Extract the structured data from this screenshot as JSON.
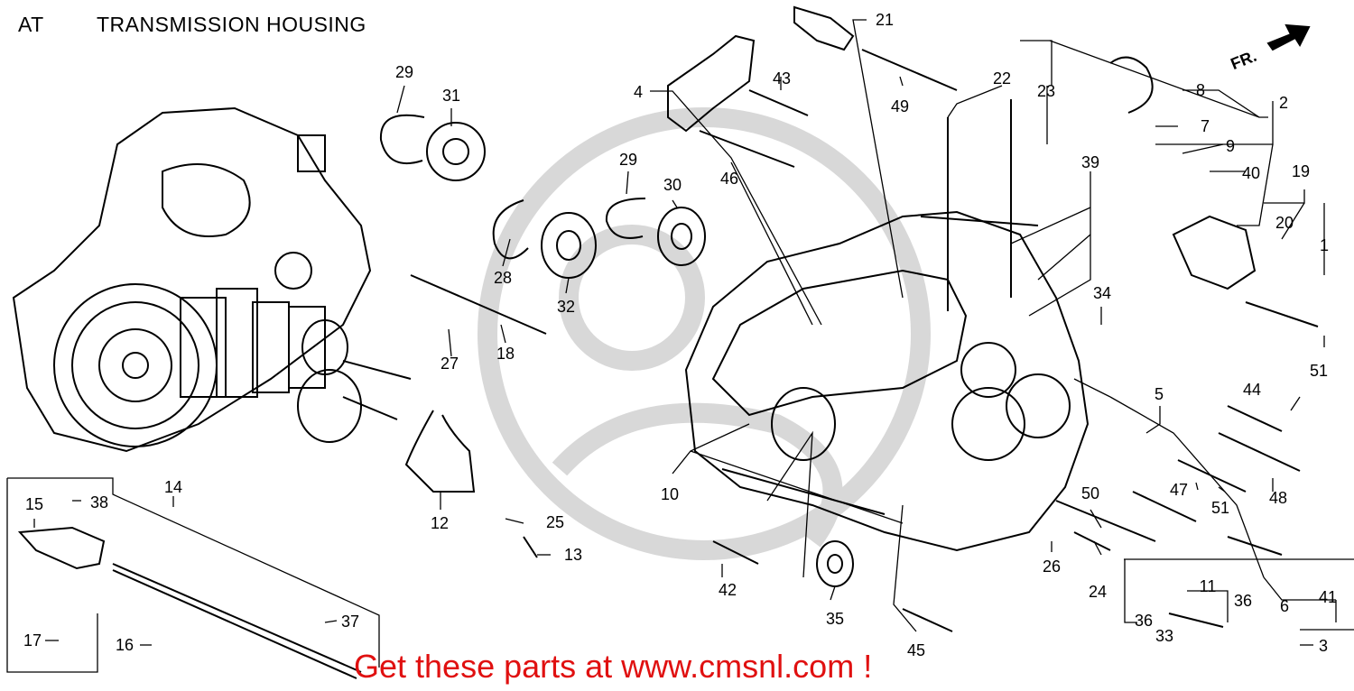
{
  "header": {
    "code": "AT",
    "title": "TRANSMISSION HOUSING"
  },
  "direction_indicator": {
    "label": "FR."
  },
  "callouts": [
    {
      "id": "c1",
      "text": "1"
    },
    {
      "id": "c2",
      "text": "2"
    },
    {
      "id": "c3",
      "text": "3"
    },
    {
      "id": "c4",
      "text": "4"
    },
    {
      "id": "c5",
      "text": "5"
    },
    {
      "id": "c6",
      "text": "6"
    },
    {
      "id": "c7",
      "text": "7"
    },
    {
      "id": "c8",
      "text": "8"
    },
    {
      "id": "c9",
      "text": "9"
    },
    {
      "id": "c10",
      "text": "10"
    },
    {
      "id": "c11",
      "text": "11"
    },
    {
      "id": "c12",
      "text": "12"
    },
    {
      "id": "c13",
      "text": "13"
    },
    {
      "id": "c14",
      "text": "14"
    },
    {
      "id": "c15",
      "text": "15"
    },
    {
      "id": "c16",
      "text": "16"
    },
    {
      "id": "c17",
      "text": "17"
    },
    {
      "id": "c18",
      "text": "18"
    },
    {
      "id": "c19",
      "text": "19"
    },
    {
      "id": "c20",
      "text": "20"
    },
    {
      "id": "c21",
      "text": "21"
    },
    {
      "id": "c22",
      "text": "22"
    },
    {
      "id": "c23",
      "text": "23"
    },
    {
      "id": "c24",
      "text": "24"
    },
    {
      "id": "c25",
      "text": "25"
    },
    {
      "id": "c26",
      "text": "26"
    },
    {
      "id": "c27",
      "text": "27"
    },
    {
      "id": "c28",
      "text": "28"
    },
    {
      "id": "c29a",
      "text": "29"
    },
    {
      "id": "c29b",
      "text": "29"
    },
    {
      "id": "c30",
      "text": "30"
    },
    {
      "id": "c31",
      "text": "31"
    },
    {
      "id": "c32",
      "text": "32"
    },
    {
      "id": "c33",
      "text": "33"
    },
    {
      "id": "c34",
      "text": "34"
    },
    {
      "id": "c35",
      "text": "35"
    },
    {
      "id": "c36a",
      "text": "36"
    },
    {
      "id": "c36b",
      "text": "36"
    },
    {
      "id": "c37",
      "text": "37"
    },
    {
      "id": "c38",
      "text": "38"
    },
    {
      "id": "c39",
      "text": "39"
    },
    {
      "id": "c40",
      "text": "40"
    },
    {
      "id": "c41",
      "text": "41"
    },
    {
      "id": "c42",
      "text": "42"
    },
    {
      "id": "c43",
      "text": "43"
    },
    {
      "id": "c44",
      "text": "44"
    },
    {
      "id": "c45",
      "text": "45"
    },
    {
      "id": "c46",
      "text": "46"
    },
    {
      "id": "c47",
      "text": "47"
    },
    {
      "id": "c48",
      "text": "48"
    },
    {
      "id": "c49",
      "text": "49"
    },
    {
      "id": "c50",
      "text": "50"
    },
    {
      "id": "c51a",
      "text": "51"
    },
    {
      "id": "c51b",
      "text": "51"
    }
  ],
  "footer": {
    "promo": "Get these parts at www.cmsnl.com !",
    "promo_color": "#e01010"
  }
}
